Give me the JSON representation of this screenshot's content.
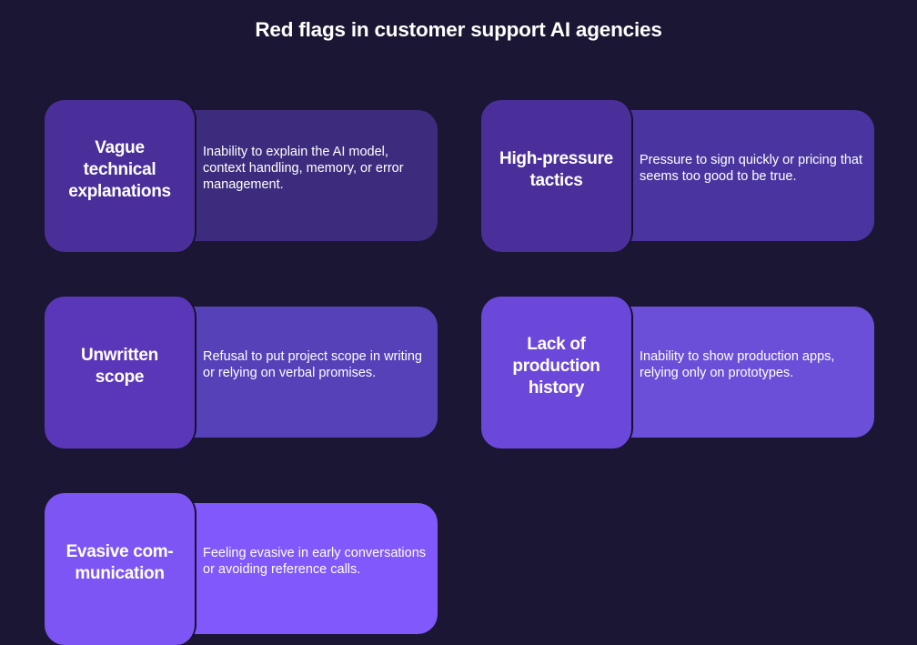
{
  "title": "Red flags in customer support AI agencies",
  "cards": [
    {
      "title": "Vague technical explanations",
      "description": "Inability to explain the AI model, context handling, memory, or error management."
    },
    {
      "title": "High-pressure tactics",
      "description": "Pressure to sign quickly or pricing that seems too good to be true."
    },
    {
      "title": "Unwritten scope",
      "description": "Refusal to put project scope in writing or relying on verbal promises."
    },
    {
      "title": "Lack of production history",
      "description": "Inability to show production apps, relying only on prototypes."
    },
    {
      "title": "Evasive com-munication",
      "description": "Feeling evasive in early conversations or avoiding reference calls."
    }
  ]
}
